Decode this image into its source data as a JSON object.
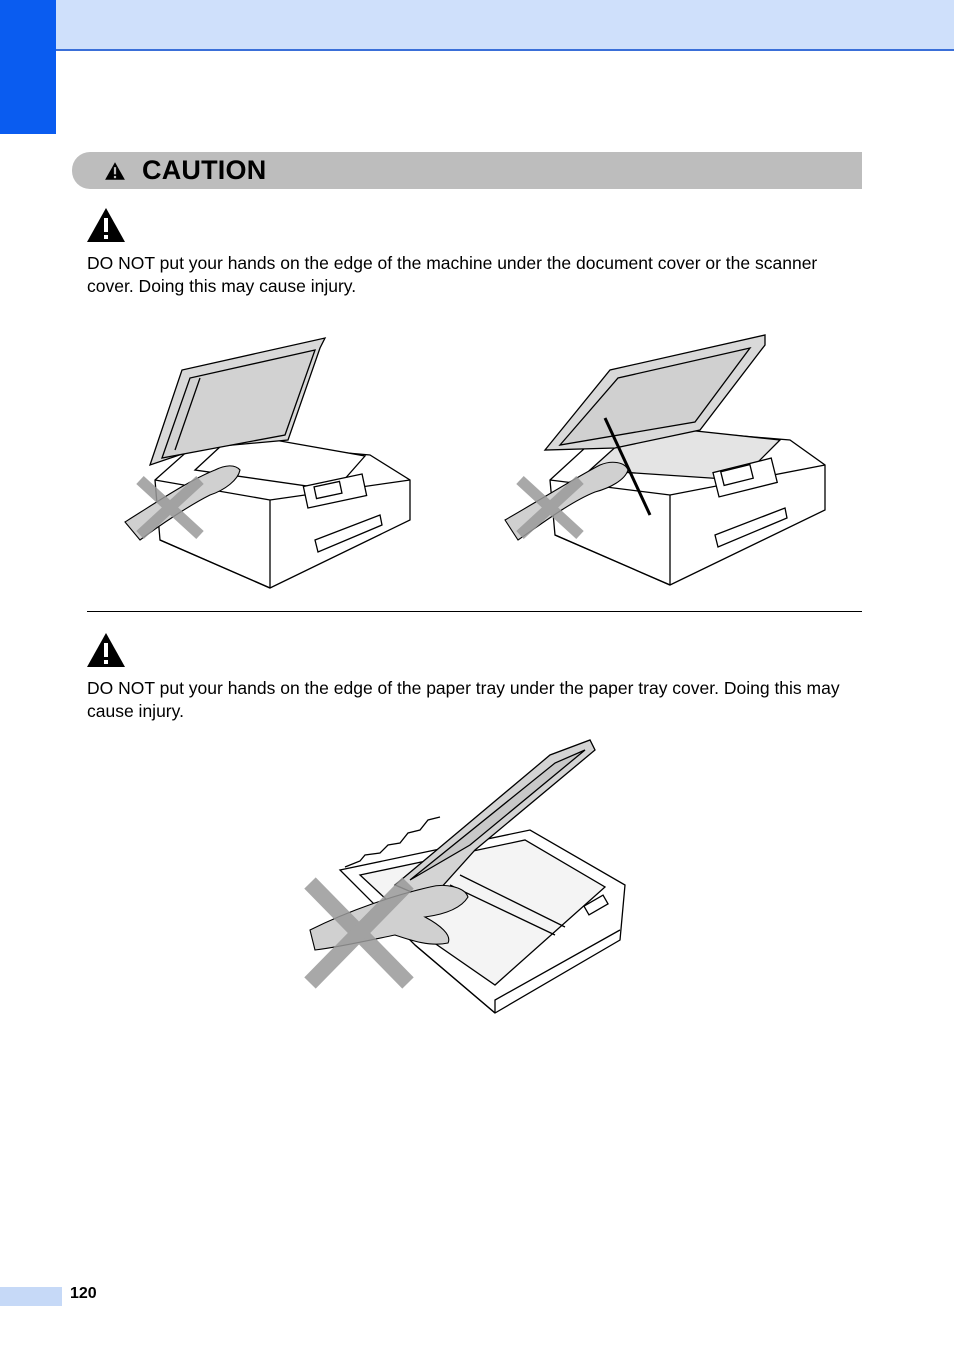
{
  "caution": {
    "title": "CAUTION",
    "icon": "warning-triangle-icon"
  },
  "warnings": [
    {
      "icon": "warning-triangle-icon",
      "text": "DO NOT put your hands on the edge of the machine under the document cover or the scanner cover. Doing this may cause injury."
    },
    {
      "icon": "warning-triangle-icon",
      "text": "DO NOT put your hands on the edge of the paper tray under the paper tray cover. Doing this may cause injury."
    }
  ],
  "footer": {
    "page_number": "120"
  },
  "colors": {
    "header_band": "#cfe0fb",
    "side_tab": "#0a5cf0",
    "caution_bar": "#bdbdbd",
    "prohibit_mark": "#9a9a9a"
  }
}
